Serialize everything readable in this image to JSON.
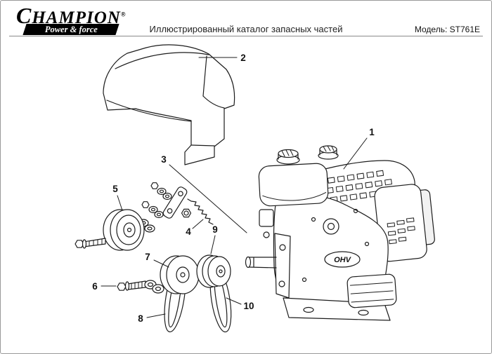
{
  "header": {
    "logo": {
      "initial": "C",
      "rest": "HAMPION",
      "registered": "®",
      "tagline": "Power & force"
    },
    "title": "Иллюстрированный каталог запасных частей",
    "model": "Модель: ST761E"
  },
  "diagram": {
    "engine_badge": "OHV",
    "callouts": [
      "1",
      "2",
      "3",
      "4",
      "5",
      "6",
      "7",
      "8",
      "9",
      "10"
    ]
  },
  "colors": {
    "ink": "#1c1c1c",
    "banner_bg": "#000000",
    "page_border": "#999999"
  }
}
